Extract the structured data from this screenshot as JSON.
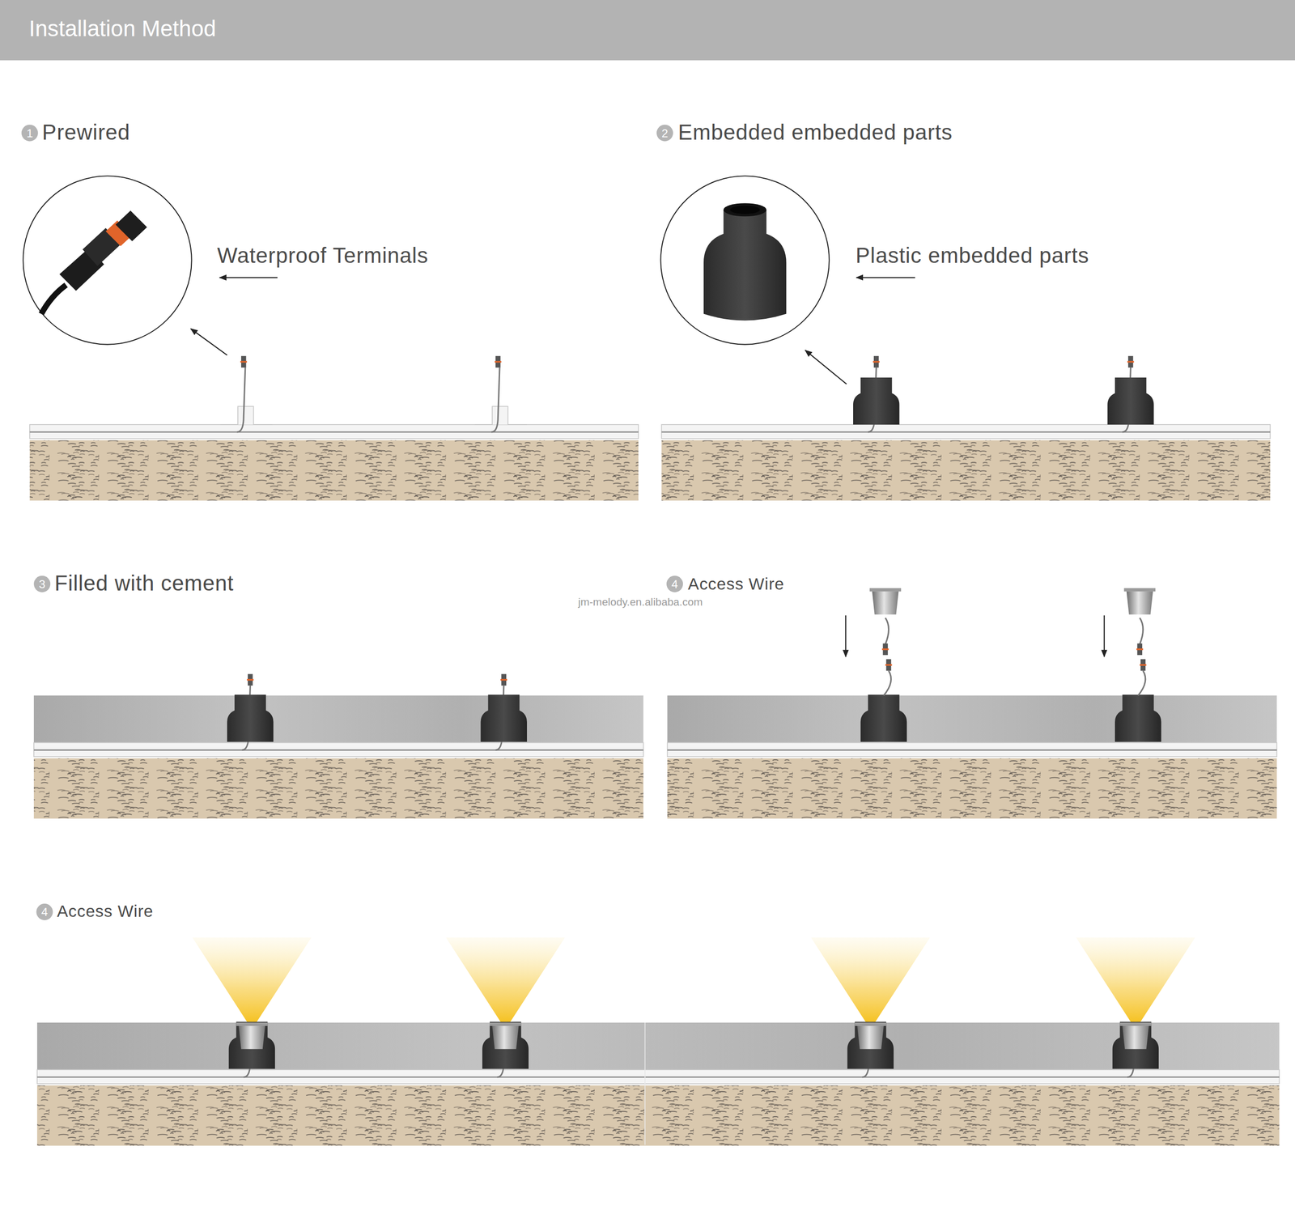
{
  "diagram": {
    "title": "Installation Method",
    "labels": [
      "1",
      "Prewired",
      "Waterproof Terminals",
      "2",
      "Embedded embedded parts",
      "Plastic embedded parts",
      "3",
      "Filled with cement",
      "4",
      "Access Wire",
      "jm-melody.en.alibaba.com",
      "4",
      "Access Wire"
    ]
  }
}
